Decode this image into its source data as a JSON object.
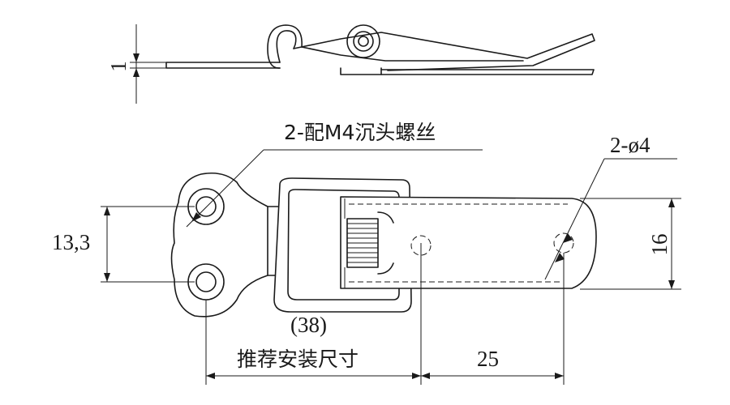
{
  "labels": {
    "thickness": "1",
    "screw_note": "2-配M4沉头螺丝",
    "hole_note": "2-ø4",
    "hole_pitch": "13,3",
    "width": "16",
    "length_ref": "(38)",
    "install_label": "推荐安装尺寸",
    "install_offset": "25"
  }
}
